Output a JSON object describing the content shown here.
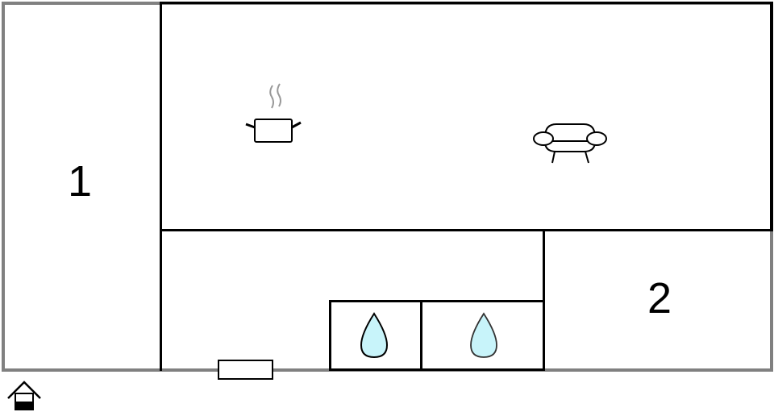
{
  "floorplan": {
    "rooms": [
      {
        "id": "room-1",
        "label": "1"
      },
      {
        "id": "room-2",
        "label": "2"
      },
      {
        "id": "living-kitchen",
        "label": ""
      },
      {
        "id": "bathroom-1",
        "label": ""
      },
      {
        "id": "bathroom-2",
        "label": ""
      }
    ],
    "icons": {
      "kitchen": "cooking-pot-icon",
      "living": "sofa-icon",
      "bath_1": "water-drop-icon",
      "bath_2": "water-drop-icon",
      "entrance": "entrance-house-icon"
    },
    "colors": {
      "outer_wall": "#808080",
      "inner_wall": "#000000",
      "water": "#c8f4fa"
    }
  }
}
